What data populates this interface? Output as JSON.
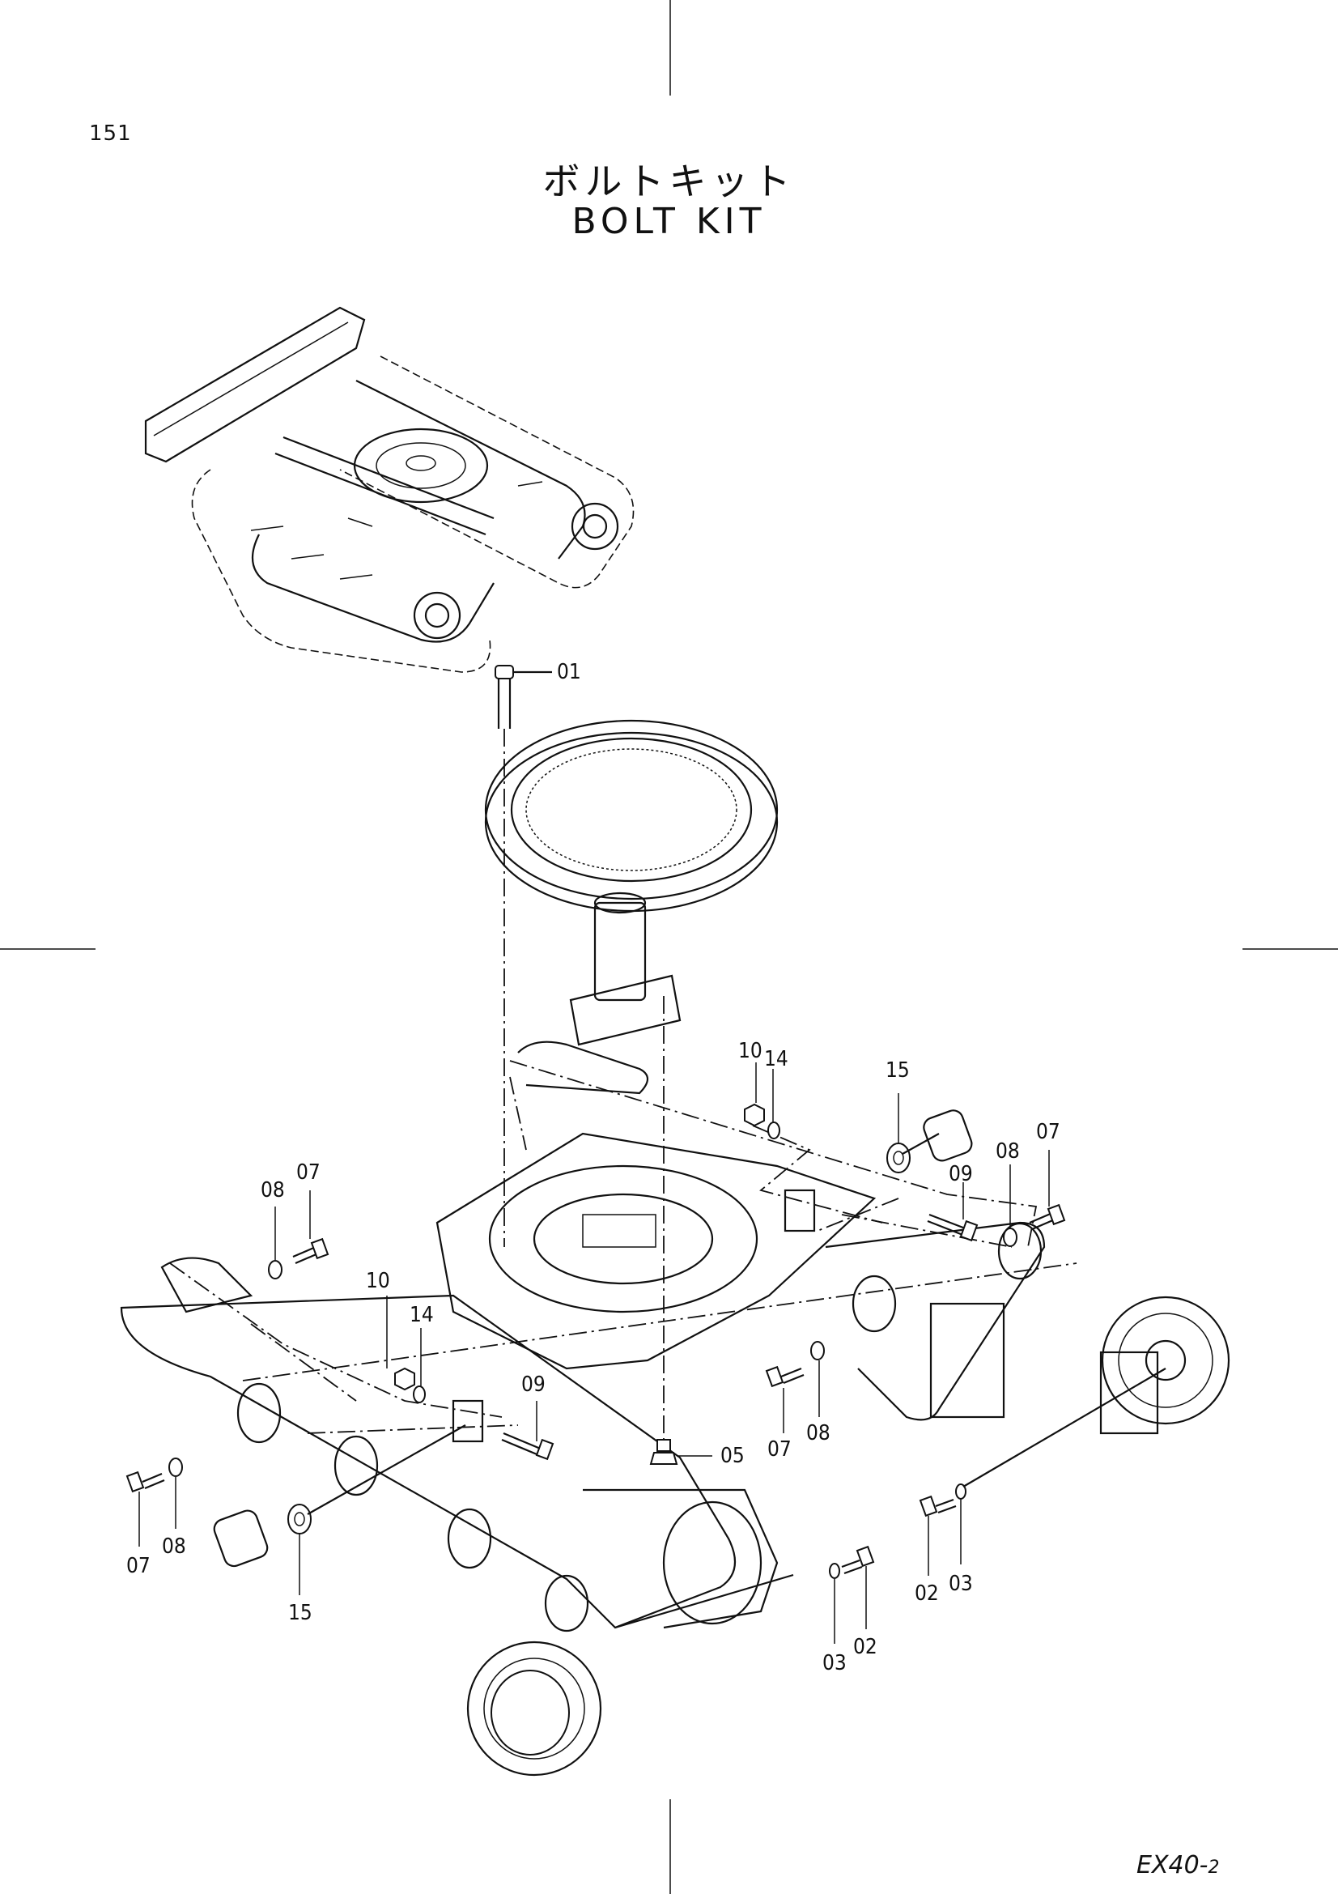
{
  "page_number": "151",
  "title_jp": "ボルトキット",
  "title_en": "BOLT KIT",
  "model": {
    "main": "EX40-",
    "suffix": "2"
  },
  "callouts": [
    {
      "id": "c01",
      "text": "01"
    },
    {
      "id": "c10a",
      "text": "10"
    },
    {
      "id": "c14a",
      "text": "14"
    },
    {
      "id": "c15a",
      "text": "15"
    },
    {
      "id": "c07a",
      "text": "07"
    },
    {
      "id": "c08a",
      "text": "08"
    },
    {
      "id": "c09a",
      "text": "09"
    },
    {
      "id": "c08b",
      "text": "08"
    },
    {
      "id": "c07b",
      "text": "07"
    },
    {
      "id": "c10b",
      "text": "10"
    },
    {
      "id": "c14b",
      "text": "14"
    },
    {
      "id": "c09b",
      "text": "09"
    },
    {
      "id": "c05",
      "text": "05"
    },
    {
      "id": "c07c",
      "text": "07"
    },
    {
      "id": "c08c",
      "text": "08"
    },
    {
      "id": "c07d",
      "text": "07"
    },
    {
      "id": "c08d",
      "text": "08"
    },
    {
      "id": "c15b",
      "text": "15"
    },
    {
      "id": "c02a",
      "text": "02"
    },
    {
      "id": "c03a",
      "text": "03"
    },
    {
      "id": "c03b",
      "text": "03"
    },
    {
      "id": "c02b",
      "text": "02"
    }
  ]
}
